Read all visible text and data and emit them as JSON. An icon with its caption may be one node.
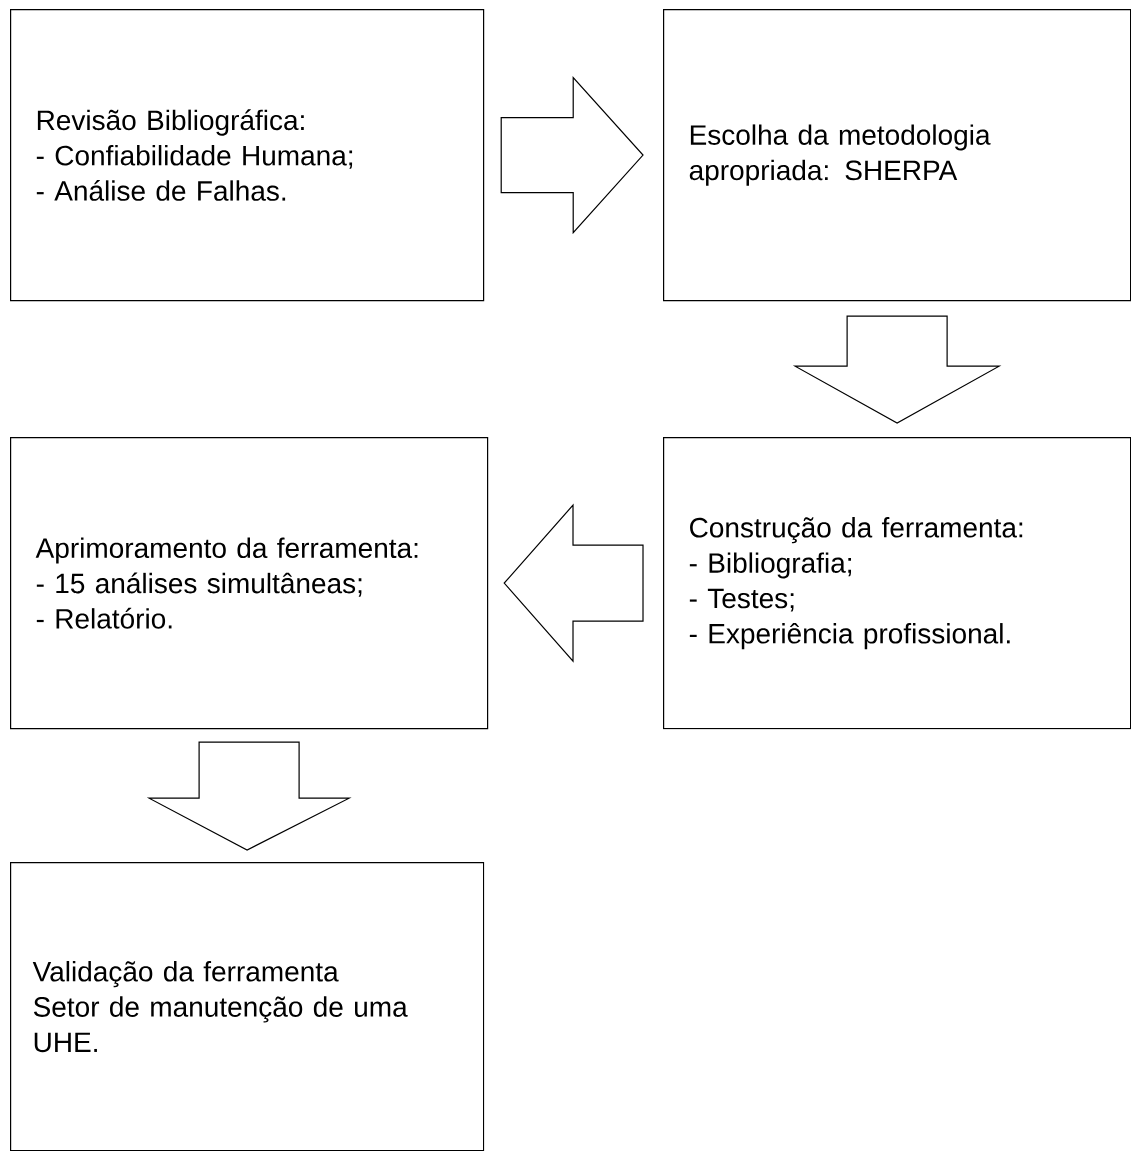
{
  "diagram": {
    "nodes": [
      {
        "text": [
          "Revisão Bibliográfica:",
          "- Confiabilidade Humana;",
          "- Análise de Falhas."
        ]
      },
      {
        "text": [
          "Escolha da metodologia apropriada: SHERPA"
        ]
      },
      {
        "text": [
          "Construção da ferramenta:",
          "- Bibliografia;",
          "- Testes;",
          "- Experiência profissional."
        ]
      },
      {
        "text": [
          "Aprimoramento da ferramenta:",
          "- 15 análises simultâneas;",
          "- Relatório."
        ]
      },
      {
        "text": [
          "Validação da ferramenta",
          "Setor de manutenção de uma UHE."
        ]
      }
    ],
    "edges": [
      {
        "from": 0,
        "to": 1,
        "arrow": "to"
      },
      {
        "from": 1,
        "to": 2,
        "arrow": "to"
      },
      {
        "from": 2,
        "to": 3,
        "arrow": "to"
      },
      {
        "from": 3,
        "to": 4,
        "arrow": "to"
      }
    ]
  }
}
